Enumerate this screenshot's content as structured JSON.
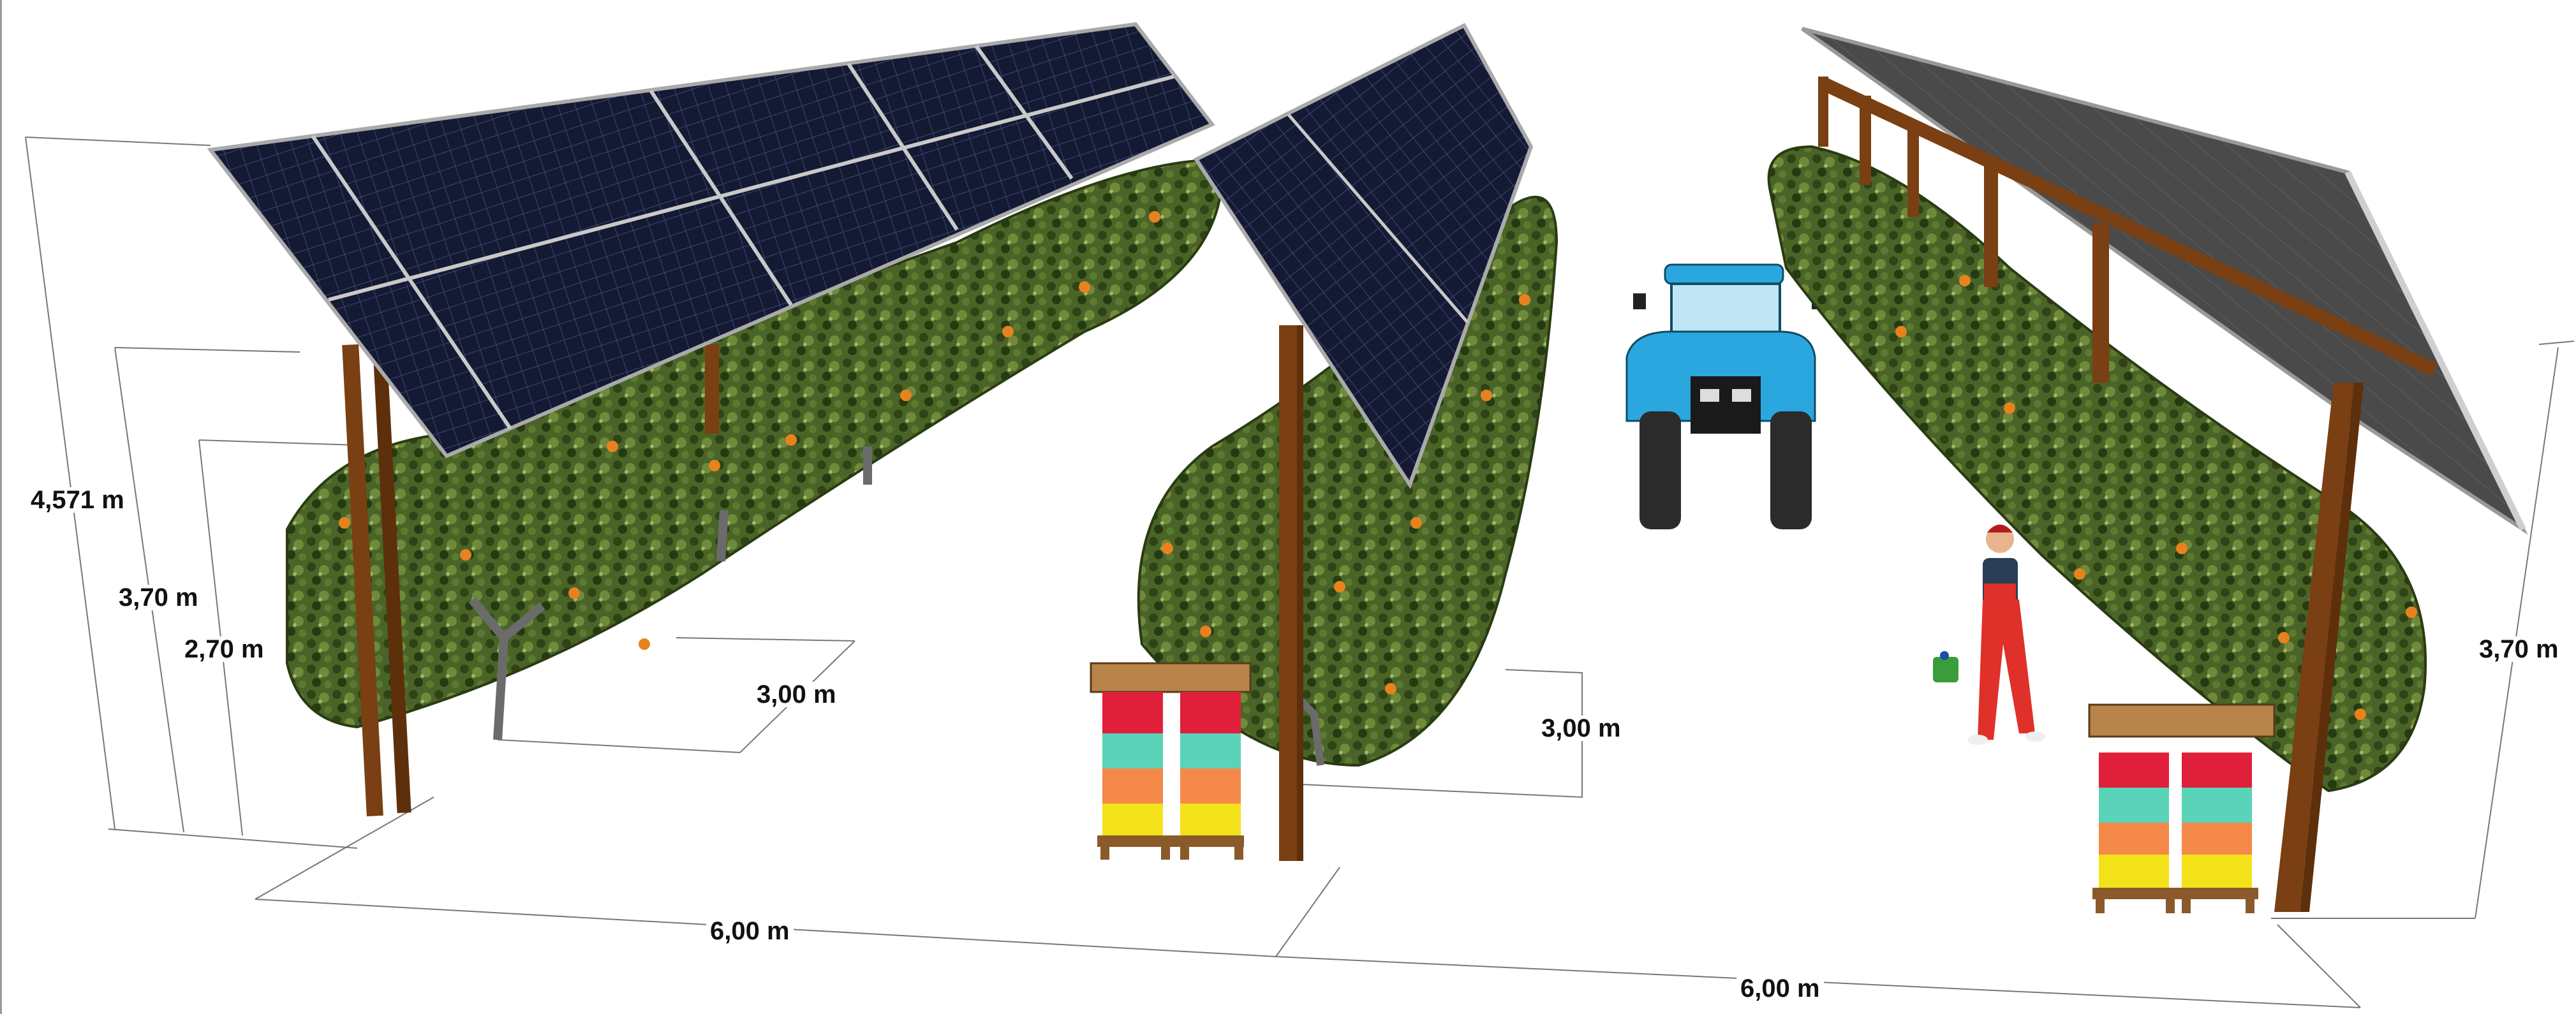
{
  "dimensions": {
    "height_total": "4,571 m",
    "height_upper_left": "3,70 m",
    "height_lower_left": "2,70 m",
    "row_width_left": "3,00 m",
    "row_width_middle": "3,00 m",
    "spacing_left": "6,00 m",
    "spacing_right": "6,00 m",
    "height_right": "3,70 m"
  },
  "icons": [
    "solar-panel-icon",
    "orange-tree-icon",
    "beehive-icon",
    "tractor-icon",
    "farmer-icon",
    "wooden-post-icon"
  ],
  "colors": {
    "panel": "#141a33",
    "panel_grid": "#3c4870",
    "panel_right": "#4a4a4a",
    "post": "#7a3f12",
    "foliage": "#3f5a22",
    "fruit": "#e8821e",
    "tractor": "#2aa7de",
    "hive_red": "#e0203a",
    "hive_teal": "#5ad3b8",
    "hive_orange": "#f5894a",
    "hive_yellow": "#f3e21a",
    "overalls": "#e0302a"
  }
}
